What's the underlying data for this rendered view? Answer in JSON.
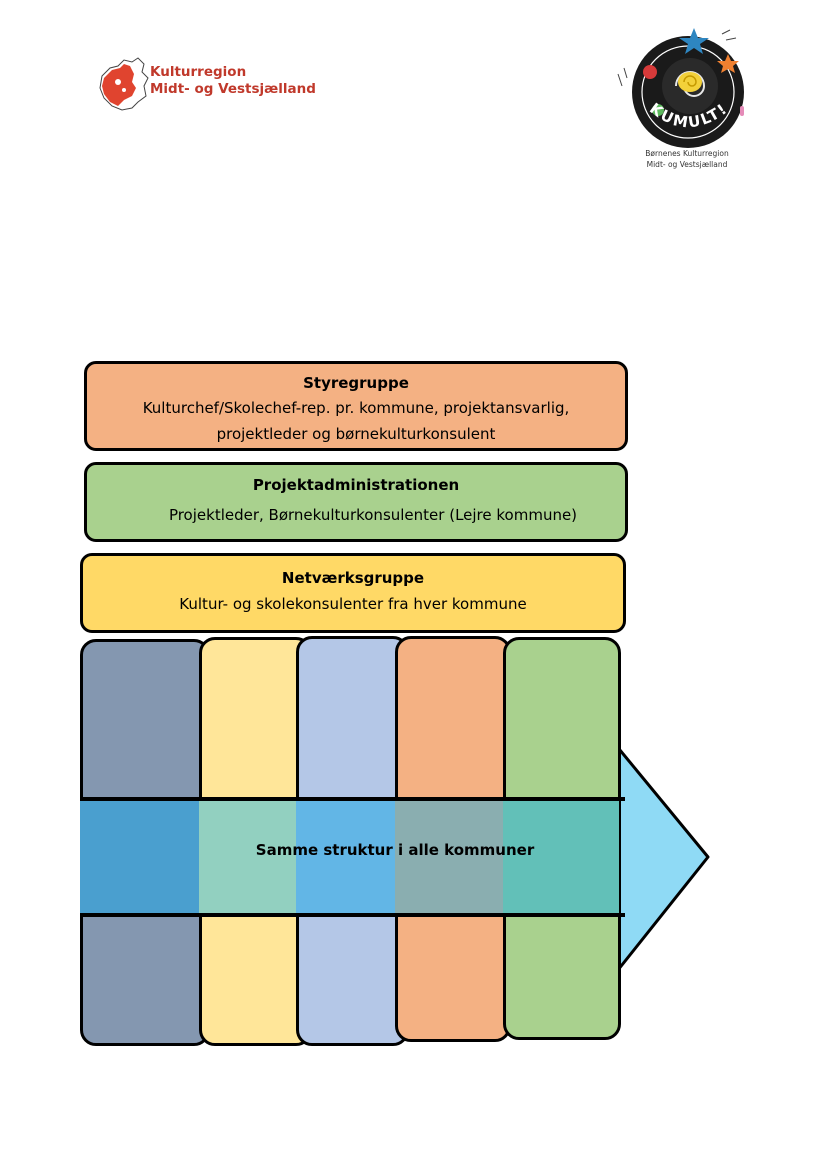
{
  "header": {
    "left_logo": {
      "line1": "Kulturregion",
      "line2": "Midt- og Vestsjælland",
      "color": "#c0392b"
    },
    "right_logo": {
      "word": "KUMULT!",
      "caption_line1": "Børnenes Kulturregion",
      "caption_line2": "Midt- og Vestsjælland"
    }
  },
  "org": {
    "styregruppe": {
      "title": "Styregruppe",
      "line1": "Kulturchef/Skolechef-rep. pr. kommune, projektansvarlig,",
      "line2": "projektleder og børnekulturkonsulent",
      "color": "#f4b183"
    },
    "projektadministrationen": {
      "title": "Projektadministrationen",
      "line1": "Projektleder, Børnekulturkonsulenter (Lejre kommune)",
      "color": "#a9d18e"
    },
    "netvaerksgruppe": {
      "title": "Netværksgruppe",
      "line1": "Kultur- og skolekonsulenter fra hver kommune",
      "color": "#ffd966"
    }
  },
  "diagram": {
    "band_label": "Samme struktur i alle kommuner",
    "column_colors": [
      "#8497b0",
      "#ffe699",
      "#b4c7e7",
      "#f4b183",
      "#a9d18e"
    ],
    "band_colors": [
      "#4a9fcf",
      "#92d0c0",
      "#62b6e6",
      "#8aaeb0",
      "#62c0b8"
    ],
    "arrow_color": "#8fdaf5"
  }
}
